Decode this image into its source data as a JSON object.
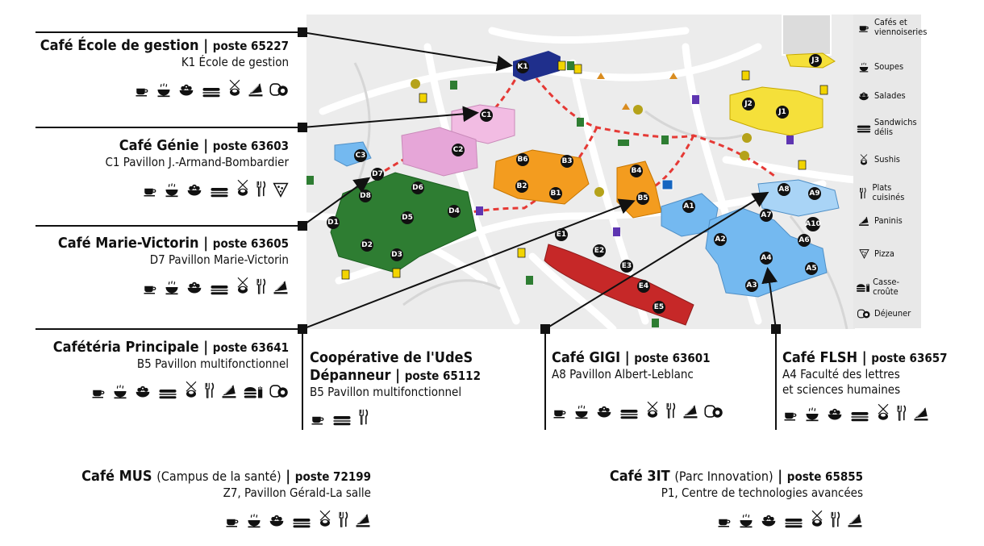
{
  "legend": {
    "items": [
      {
        "icon": "coffee-icon",
        "label": "Cafés et viennoiseries"
      },
      {
        "icon": "soup-icon",
        "label": "Soupes"
      },
      {
        "icon": "salad-icon",
        "label": "Salades"
      },
      {
        "icon": "sandwich-icon",
        "label": "Sandwichs délis"
      },
      {
        "icon": "sushi-icon",
        "label": "Sushis"
      },
      {
        "icon": "cutlery-icon",
        "label": "Plats cuisinés"
      },
      {
        "icon": "panini-icon",
        "label": "Paninis"
      },
      {
        "icon": "pizza-icon",
        "label": "Pizza"
      },
      {
        "icon": "burger-fries-icon",
        "label": "Casse-croûte"
      },
      {
        "icon": "breakfast-icon",
        "label": "Déjeuner"
      }
    ]
  },
  "cafes": {
    "ecole_gestion": {
      "name": "Café École de gestion",
      "poste": "poste 65227",
      "location": "K1 École de gestion"
    },
    "genie": {
      "name": "Café Génie",
      "poste": "poste 63603",
      "location": "C1 Pavillon J.-Armand-Bombardier"
    },
    "marie_victorin": {
      "name": "Café Marie-Victorin",
      "poste": "poste 63605",
      "location": "D7 Pavillon Marie-Victorin"
    },
    "principale": {
      "name": "Cafétéria Principale",
      "poste": "poste 63641",
      "location": "B5 Pavillon multifonctionnel"
    },
    "cooperative": {
      "name_line1": "Coopérative de l'UdeS",
      "name_line2": "Dépanneur",
      "poste": "poste 65112",
      "location": "B5 Pavillon multifonctionnel"
    },
    "gigi": {
      "name": "Café GIGI",
      "poste": "poste 63601",
      "location": "A8 Pavillon Albert-Leblanc"
    },
    "flsh": {
      "name": "Café FLSH",
      "poste": "poste 63657",
      "location_line1": "A4 Faculté des lettres",
      "location_line2": "et sciences humaines"
    },
    "mus": {
      "name": "Café MUS",
      "campus": "(Campus de la santé)",
      "poste": "poste 72199",
      "location": "Z7, Pavillon Gérald-La salle"
    },
    "trois_it": {
      "name": "Café 3IT",
      "campus": "(Parc Innovation)",
      "poste": "poste 65855",
      "location": "P1, Centre de technologies avancées"
    }
  },
  "separator": "|",
  "map": {
    "building_labels": [
      "K1",
      "C1",
      "C2",
      "C3",
      "D1",
      "D2",
      "D3",
      "D4",
      "D5",
      "D6",
      "D7",
      "D8",
      "B1",
      "B2",
      "B3",
      "B4",
      "B5",
      "B6",
      "E1",
      "E2",
      "E3",
      "E4",
      "E5",
      "A1",
      "A2",
      "A3",
      "A4",
      "A5",
      "A6",
      "A7",
      "A8",
      "A9",
      "A10",
      "J1",
      "J2",
      "J3"
    ],
    "colors": {
      "K": "#1f2f8c",
      "C": "#e6a6d8",
      "D": "#2e7d32",
      "B": "#f39c1f",
      "E": "#c62828",
      "A": "#74b9f0",
      "J": "#f5e03a",
      "road": "#cfcfcf",
      "bus_route": "#e53935"
    }
  }
}
